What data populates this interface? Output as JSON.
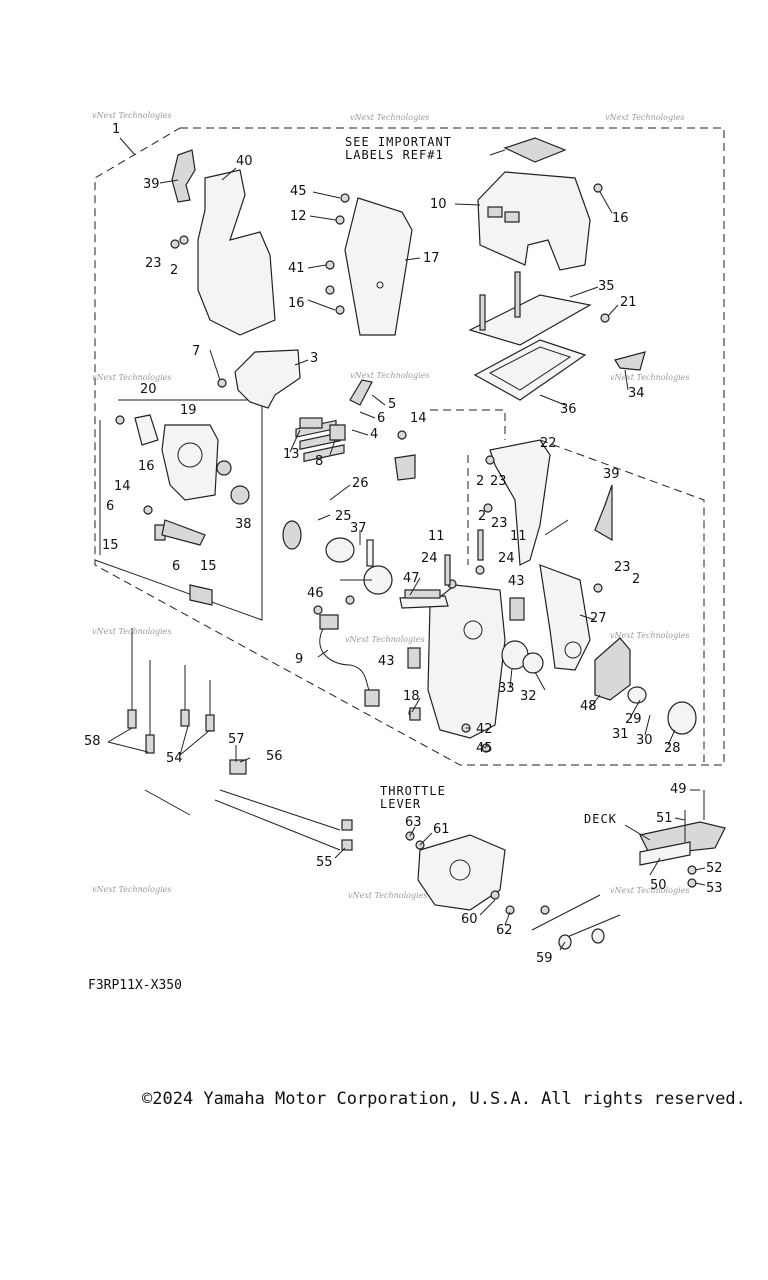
{
  "labels": {
    "see_important": "SEE IMPORTANT",
    "labels_ref": "LABELS REF#1",
    "throttle": "THROTTLE",
    "lever": "LEVER",
    "deck": "DECK"
  },
  "watermark": "vNext Technologies",
  "reference_code": "F3RP11X-X350",
  "copyright": "©2024 Yamaha Motor Corporation, U.S.A. All rights reserved.",
  "callouts": {
    "n1": "1",
    "n2a": "2",
    "n2b": "2",
    "n2c": "2",
    "n2d": "2",
    "n3": "3",
    "n4": "4",
    "n5": "5",
    "n6a": "6",
    "n6b": "6",
    "n6c": "6",
    "n7": "7",
    "n8": "8",
    "n9": "9",
    "n10": "10",
    "n11a": "11",
    "n11b": "11",
    "n12": "12",
    "n13": "13",
    "n14a": "14",
    "n14b": "14",
    "n15a": "15",
    "n15b": "15",
    "n16a": "16",
    "n16b": "16",
    "n16c": "16",
    "n17": "17",
    "n18": "18",
    "n19": "19",
    "n20": "20",
    "n21": "21",
    "n22": "22",
    "n23a": "23",
    "n23b": "23",
    "n23c": "23",
    "n23d": "23",
    "n24a": "24",
    "n24b": "24",
    "n25": "25",
    "n26": "26",
    "n27": "27",
    "n28": "28",
    "n29": "29",
    "n30": "30",
    "n31": "31",
    "n32": "32",
    "n33": "33",
    "n34": "34",
    "n35": "35",
    "n36": "36",
    "n37": "37",
    "n38": "38",
    "n39a": "39",
    "n39b": "39",
    "n40": "40",
    "n41": "41",
    "n42": "42",
    "n43a": "43",
    "n43b": "43",
    "n45a": "45",
    "n45b": "45",
    "n46": "46",
    "n47": "47",
    "n48": "48",
    "n49": "49",
    "n50": "50",
    "n51": "51",
    "n52": "52",
    "n53": "53",
    "n54": "54",
    "n55": "55",
    "n56": "56",
    "n57": "57",
    "n58": "58",
    "n59": "59",
    "n60": "60",
    "n61": "61",
    "n62": "62",
    "n63": "63"
  }
}
